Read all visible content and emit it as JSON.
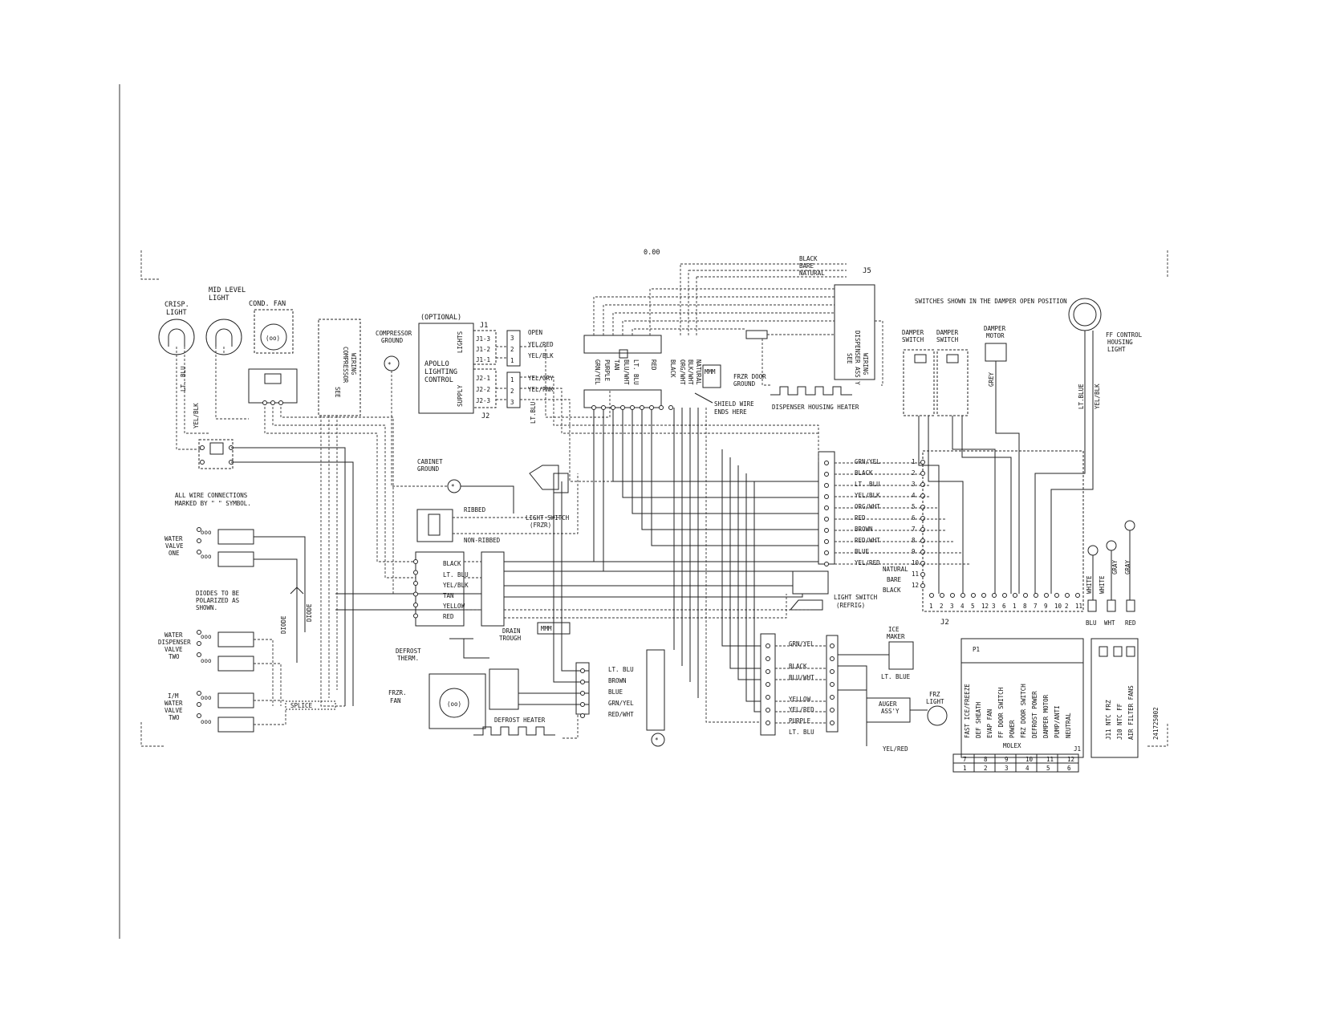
{
  "diagram": {
    "top_mark": "0.00",
    "page_number": "241725002",
    "note_switches": "SWITCHES SHOWN IN THE DAMPER OPEN POSITION",
    "note_wire": [
      "ALL WIRE CONNECTIONS",
      "MARKED BY \" \" SYMBOL."
    ],
    "note_diodes": [
      "DIODES TO BE",
      "POLARIZED AS",
      "SHOWN."
    ],
    "note_shield": [
      "SHIELD WIRE",
      "ENDS HERE"
    ],
    "components": {
      "crisp_light": [
        "CRISP.",
        "LIGHT"
      ],
      "mid_level_light": [
        "MID LEVEL",
        "LIGHT"
      ],
      "cond_fan": "COND. FAN",
      "compressor_wiring": [
        "SEE",
        "COMPRESSOR",
        "WIRING"
      ],
      "compressor_ground": [
        "COMPRESSOR",
        "GROUND"
      ],
      "optional": "(OPTIONAL)",
      "apollo": [
        "APOLLO",
        "LIGHTING",
        "CONTROL"
      ],
      "apollo_lights": "LIGHTS",
      "apollo_supply": "SUPPLY",
      "j1_pins": [
        "J1-3",
        "J1-2",
        "J1-1"
      ],
      "j2_pins": [
        "J2-1",
        "J2-2",
        "J2-3"
      ],
      "conn_j1": "J1",
      "conn_j2": "J2",
      "cabinet_ground": [
        "CABINET",
        "GROUND"
      ],
      "ribbed": "RIBBED",
      "non_ribbed": "NON-RIBBED",
      "light_switch_frzr": [
        "LIGHT SWITCH",
        "(FRZR)"
      ],
      "water_valve_one": [
        "WATER",
        "VALVE",
        "ONE"
      ],
      "water_dispenser_valve_two": [
        "WATER",
        "DISPENSER",
        "VALVE",
        "TWO"
      ],
      "im_water_valve_two": [
        "I/M",
        "WATER",
        "VALVE",
        "TWO"
      ],
      "diode": "DIODE",
      "splice": "SPLICE",
      "drain_trough": [
        "DRAIN",
        "TROUGH"
      ],
      "defrost_therm": [
        "DEFROST",
        "THERM."
      ],
      "frzr_fan": [
        "FRZR.",
        "FAN"
      ],
      "defrost_heater": "DEFROST HEATER",
      "frzr_door_ground": [
        "FRZR DOOR",
        "GROUND"
      ],
      "dispenser_assy": [
        "SEE",
        "DISPENSER ASS'Y",
        "WIRING"
      ],
      "dispenser_housing_heater": "DISPENSER HOUSING HEATER",
      "light_switch_refrig": [
        "LIGHT SWITCH",
        "(REFRIG)"
      ],
      "damper_switch_1": [
        "DAMPER",
        "SWITCH"
      ],
      "damper_switch_2": [
        "DAMPER",
        "SWITCH"
      ],
      "damper_motor": [
        "DAMPER",
        "MOTOR"
      ],
      "grey": "GREY",
      "ff_control_light": [
        "FF CONTROL",
        "HOUSING",
        "LIGHT"
      ],
      "ice_maker": [
        "ICE",
        "MAKER"
      ],
      "auger_assy": [
        "AUGER",
        "ASS'Y"
      ],
      "frz_light": [
        "FRZ",
        "LIGHT"
      ],
      "j5": "J5",
      "molex": "MOLEX",
      "p1": "P1",
      "j11": "J11 NTC FRZ",
      "j10": "J10 NTC FF",
      "air_filter": "AIR FILTER FANS"
    },
    "wires": {
      "crisp": [
        "LT. BLU",
        "YEL/BLK"
      ],
      "ff_light": [
        "LT.BLUE",
        "YEL/BLK"
      ],
      "top_harness": [
        "BLACK",
        "BARE",
        "NATURAL"
      ],
      "apollo_side": [
        "OPEN",
        "YEL/RED",
        "YEL/BLK",
        "YEL/GRY",
        "YEL/PNK"
      ],
      "lt_blu_vertical": "LT.BLU",
      "top_conn": [
        "GRN/YEL",
        "PURPLE",
        "TAN",
        "BLU/WHT",
        "LT. BLU",
        "RED",
        "BLACK",
        "ORG/WHT",
        "BLK/WHT",
        "NATURAL"
      ],
      "harness_center": [
        "BLACK",
        "LT. BLU",
        "YEL/BLK",
        "TAN",
        "YELLOW",
        "RED"
      ],
      "main_conn": [
        "GRN/YEL",
        "BLACK",
        "LT. BLU",
        "YEL/BLK",
        "ORG/WHT",
        "RED",
        "BROWN",
        "RED/WHT",
        "BLUE",
        "YEL/RED"
      ],
      "lower_conn": [
        "GRN/YEL",
        "BLACK",
        "BLU/WHT",
        "YELLOW",
        "YEL/RED",
        "PURPLE",
        "LT. BLU"
      ],
      "defrost_conn": [
        "LT. BLU",
        "BROWN",
        "BLUE",
        "GRN/YEL",
        "RED/WHT"
      ],
      "natural_group": [
        "NATURAL",
        "BARE",
        "BLACK"
      ],
      "ice_wire": "LT. BLUE",
      "yel_red_bottom": "YEL/RED",
      "ntc": [
        "WHITE",
        "WHITE",
        "GRAY",
        "GRAY"
      ],
      "ntc_colors": [
        "BLU",
        "WHT",
        "RED"
      ]
    },
    "j2": {
      "left_pins": [
        "1",
        "2",
        "3",
        "4",
        "5",
        "6",
        "7",
        "8",
        "9",
        "10",
        "11",
        "12"
      ],
      "bottom_pins": [
        "1",
        "2",
        "3",
        "4",
        "5",
        "12",
        "3",
        "6",
        "1",
        "8",
        "7",
        "9",
        "10",
        "2",
        "11"
      ],
      "label": "J2"
    },
    "j1_functions": [
      "FAST ICE/FREEZE",
      "DEF SHEATH",
      "EVAP FAN",
      "FF DOOR SWITCH",
      "POWER",
      "FRZ DOOR SWITCH",
      "DEFROST POWER",
      "DAMPER MOTOR",
      "PUMP/ANTI",
      "NEUTRAL"
    ],
    "molex_grid": {
      "top": [
        "7",
        "8",
        "9",
        "10",
        "11",
        "12"
      ],
      "bottom": [
        "1",
        "2",
        "3",
        "4",
        "5",
        "6"
      ]
    }
  }
}
